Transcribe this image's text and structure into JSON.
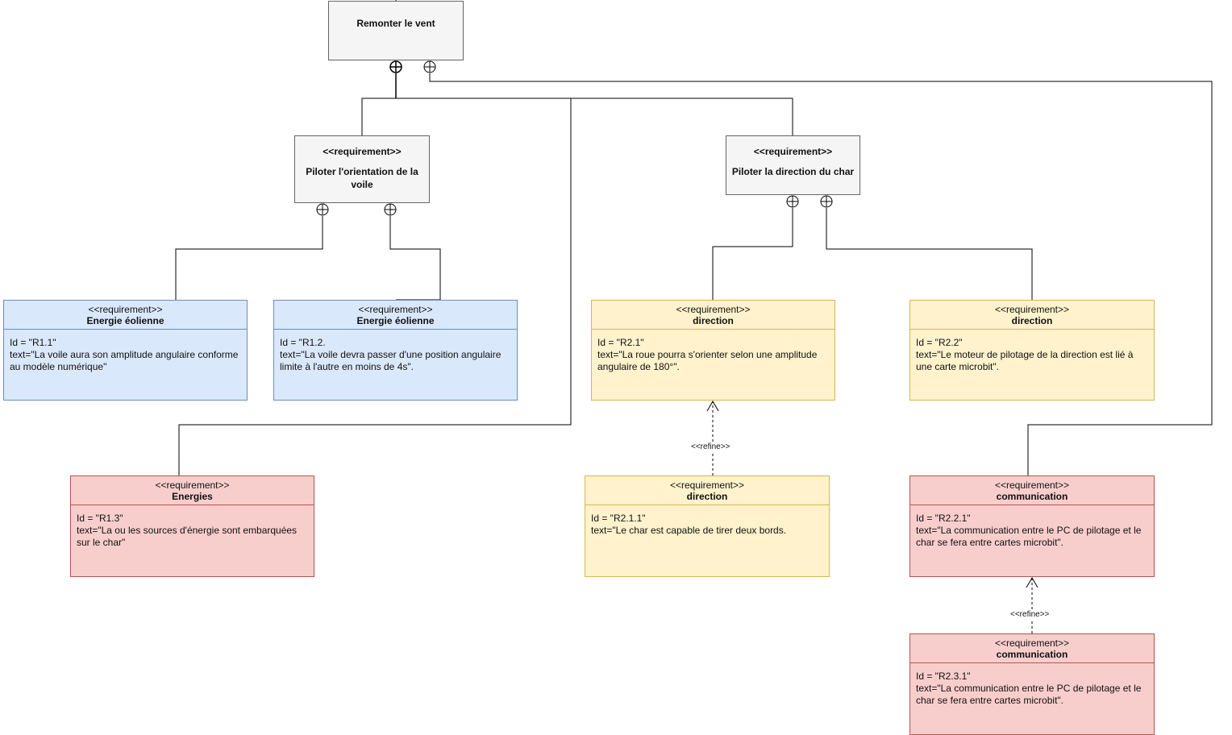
{
  "root": {
    "name": "Remonter le vent"
  },
  "sub": [
    {
      "stereotype": "<<requirement>>",
      "name": "Piloter l'orientation de la voile"
    },
    {
      "stereotype": "<<requirement>>",
      "name": "Piloter la direction du char"
    }
  ],
  "reqs": [
    {
      "stereotype": "<<requirement>>",
      "name": "Energie éolienne",
      "id": "Id = \"R1.1\"",
      "text": "text=\"La voile aura son amplitude angulaire conforme au modèle numérique\""
    },
    {
      "stereotype": "<<requirement>>",
      "name": "Energie éolienne",
      "id": "Id = \"R1.2.",
      "text": "text=\"La voile devra passer d'une position angulaire limite à l'autre en moins de 4s\"."
    },
    {
      "stereotype": "<<requirement>>",
      "name": "direction",
      "id": "Id = \"R2.1\"",
      "text": "text=\"La roue pourra s'orienter selon une amplitude angulaire de 180°\"."
    },
    {
      "stereotype": "<<requirement>>",
      "name": "direction",
      "id": "Id = \"R2.2\"",
      "text": "text=\"Le moteur de pilotage de la direction est lié à une carte microbit\"."
    },
    {
      "stereotype": "<<requirement>>",
      "name": "Energies",
      "id": "Id = \"R1.3\"",
      "text": "text=\"La ou les sources d'énergie sont embarquées sur le char\""
    },
    {
      "stereotype": "<<requirement>>",
      "name": "direction",
      "id": "Id = \"R2.1.1\"",
      "text": "text=\"Le char est capable de tirer deux bords."
    },
    {
      "stereotype": "<<requirement>>",
      "name": "communication",
      "id": "Id = \"R2.2.1\"",
      "text": "text=\"La communication entre le PC de pilotage et le char se fera entre cartes microbit\"."
    },
    {
      "stereotype": "<<requirement>>",
      "name": "communication",
      "id": "Id = \"R2.3.1\"",
      "text": "text=\"La communication entre le PC de pilotage et le char se fera entre cartes microbit\"."
    }
  ],
  "relations": [
    {
      "label": "<<refine>>"
    },
    {
      "label": "<<refine>>"
    }
  ],
  "colors": {
    "blue": "#dae8fc",
    "yellow": "#fff2cc",
    "red": "#f8cecc",
    "gray": "#f5f5f5",
    "line": "#000000"
  }
}
